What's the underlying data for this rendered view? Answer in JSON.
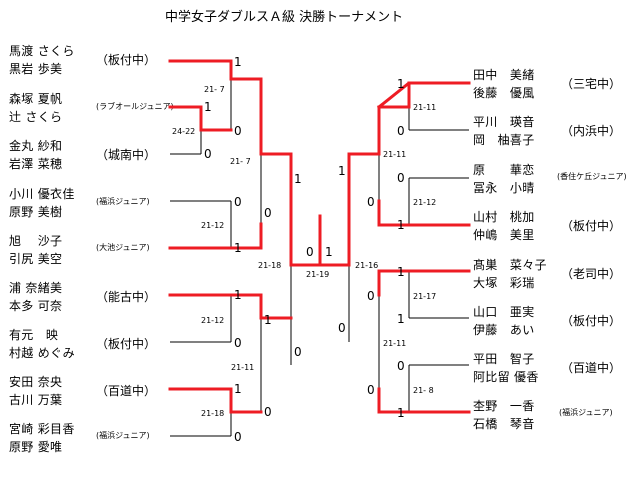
{
  "title": "中学女子ダブルスＡ級 決勝トーナメント",
  "left_pairs": [
    {
      "p1": "馬渡 さくら",
      "p2": "黒岩 歩美",
      "team": "（板付中）"
    },
    {
      "p1": "森塚 夏帆",
      "p2": "辻 さくら",
      "team": "(ラブオールジュニア)"
    },
    {
      "p1": "金丸 紗和",
      "p2": "岩澤 菜穂",
      "team": "（城南中）"
    },
    {
      "p1": "小川 優衣佳",
      "p2": "原野 美樹",
      "team": "(福浜ジュニア)"
    },
    {
      "p1": "旭　 沙子",
      "p2": "引尻 美空",
      "team": "(大池ジュニア)"
    },
    {
      "p1": "浦 奈緒美",
      "p2": "本多 可奈",
      "team": "（能古中）"
    },
    {
      "p1": "有元　映",
      "p2": "村越 めぐみ",
      "team": "（板付中）"
    },
    {
      "p1": "安田 奈央",
      "p2": "古川 万葉",
      "team": "（百道中）"
    },
    {
      "p1": "宮崎 彩目香",
      "p2": "原野 愛唯",
      "team": "(福浜ジュニア)"
    }
  ],
  "right_pairs": [
    {
      "p1": "田中　美緒",
      "p2": "後藤　優風",
      "team": "（三宅中）"
    },
    {
      "p1": "平川　瑛音",
      "p2": "岡　柚喜子",
      "team": "（内浜中）"
    },
    {
      "p1": "原　　華恋",
      "p2": "冨永　小晴",
      "team": "(香住ケ丘ジュニア)"
    },
    {
      "p1": "山村　桃加",
      "p2": "仲嶋　美里",
      "team": "（板付中）"
    },
    {
      "p1": "髙巣　菜々子",
      "p2": "大塚　彩瑞",
      "team": "（老司中）"
    },
    {
      "p1": "山口　亜実",
      "p2": "伊藤　あい",
      "team": "（板付中）"
    },
    {
      "p1": "平田　智子",
      "p2": "阿比留 優香",
      "team": "（百道中）"
    },
    {
      "p1": "杢野　一香",
      "p2": "石橋　琴音",
      "team": "(福浜ジュニア)"
    }
  ],
  "match_scores": {
    "l_r1": "21- 7",
    "l_pre": "24-22",
    "l_r2a": "21- 7",
    "l_r2b": "21-12",
    "l_r1b": "21-12",
    "l_r2c": "21-11",
    "l_r2d": "21-18",
    "l_semi": "21-18",
    "final": "21-19",
    "r_semi": "21-16",
    "r_r1a": "21-11",
    "r_r2a": "21-11",
    "r_r1b": "21-12",
    "r_r1c": "21-17",
    "r_r2b": "21-11",
    "r_r1d": "21- 8"
  },
  "set_counts": {
    "l_a_top": "1",
    "l_pre_top": "1",
    "l_pre_bot": "0",
    "l_a_bot": "0",
    "l_c": "0",
    "l_ab_win": "1",
    "l_d": "0",
    "l_cd": "0",
    "l_e": "1",
    "l_f": "1",
    "l_g": "0",
    "l_fg": "1",
    "l_h": "0",
    "l_i": "1",
    "l_hi": "0",
    "final_l": "0",
    "final_r": "1",
    "r_a": "1",
    "r_b": "0",
    "r_ab": "1",
    "r_c": "0",
    "r_d": "1",
    "r_cd": "0",
    "r_e": "1",
    "r_f": "0",
    "r_g": "0",
    "r_h": "1",
    "r_ef": "1",
    "r_gh": "0",
    "r_efgh": "0"
  }
}
